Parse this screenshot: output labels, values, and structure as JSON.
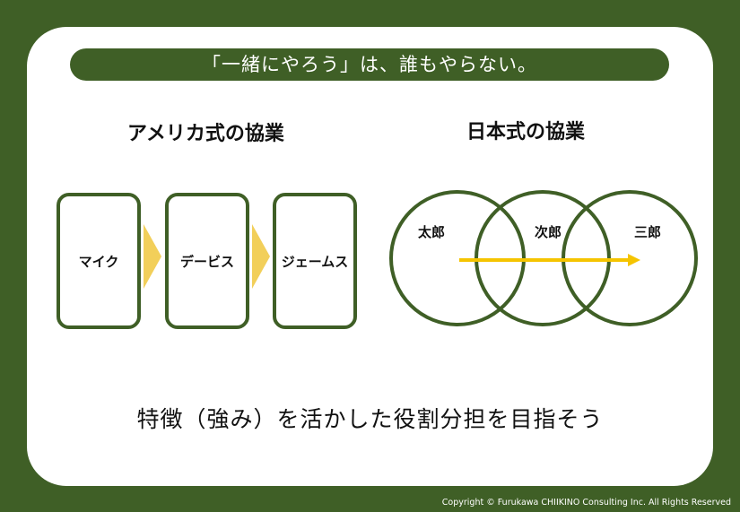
{
  "banner": {
    "text": "「一緒にやろう」は、誰もやらない。"
  },
  "american": {
    "heading": "アメリカ式の協業",
    "people": [
      "マイク",
      "デービス",
      "ジェームス"
    ]
  },
  "japanese": {
    "heading": "日本式の協業",
    "people": [
      "太郎",
      "次郎",
      "三郎"
    ]
  },
  "colors": {
    "background": "#3f5f26",
    "arrow": "#f2cf5a",
    "accent_line": "#f5c400"
  },
  "slogan": "特徴（強み）を活かした役割分担を目指そう",
  "copyright": "Copyright © Furukawa CHIIKINO Consulting Inc. All Rights Reserved"
}
